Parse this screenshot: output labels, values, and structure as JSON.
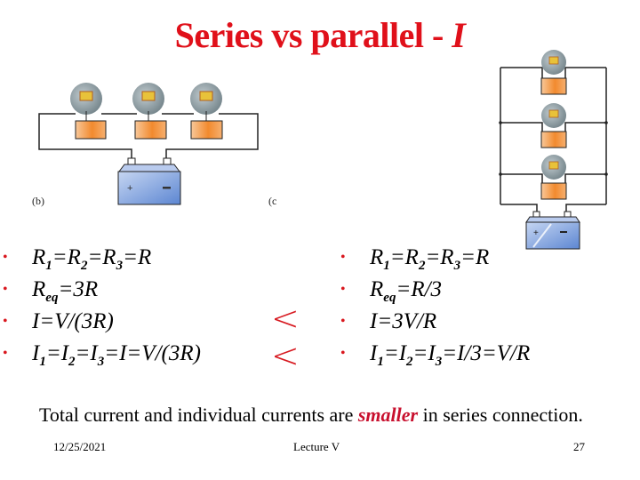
{
  "slide": {
    "title_prefix": "Series vs parallel - ",
    "title_var": "I",
    "figures": {
      "series": {
        "label_left": "(b)",
        "label_right": "(c",
        "bulbs": 3,
        "battery_plus": "+",
        "battery_minus": "−"
      },
      "parallel": {
        "bulbs": 3,
        "battery_plus": "+",
        "battery_minus": "−"
      }
    },
    "series_list": [
      {
        "parts": [
          "R",
          "1",
          "=R",
          "2",
          "=R",
          "3",
          "=R"
        ]
      },
      {
        "parts": [
          "R",
          "eq",
          "=3R"
        ]
      },
      {
        "parts": [
          "I=V/(3R)"
        ]
      },
      {
        "parts": [
          "I",
          "1",
          "=I",
          "2",
          "=I",
          "3",
          "=I=V/(3R)"
        ]
      }
    ],
    "parallel_list": [
      {
        "parts": [
          "R",
          "1",
          "=R",
          "2",
          "=R",
          "3",
          "=R"
        ]
      },
      {
        "parts": [
          "R",
          "eq",
          "=R/3"
        ]
      },
      {
        "parts": [
          "I=3V/R"
        ]
      },
      {
        "parts": [
          "I",
          "1",
          "=I",
          "2",
          "=I",
          "3",
          "=I/3=V/R"
        ]
      }
    ],
    "comparison_symbols": [
      "<",
      "<"
    ],
    "bullet_glyph": "•",
    "summary": {
      "before": "Total current and individual currents are ",
      "emphasis": "smaller",
      "after": " in series connection."
    },
    "footer": {
      "date": "12/25/2021",
      "lecture": "Lecture V",
      "page": "27"
    },
    "colors": {
      "title": "#e0101a",
      "bullet": "#d9181f",
      "emphasis": "#c8102e",
      "comparison": "#d71920",
      "bulb_base": "#f0a050",
      "battery": "#7a9fd8"
    }
  }
}
